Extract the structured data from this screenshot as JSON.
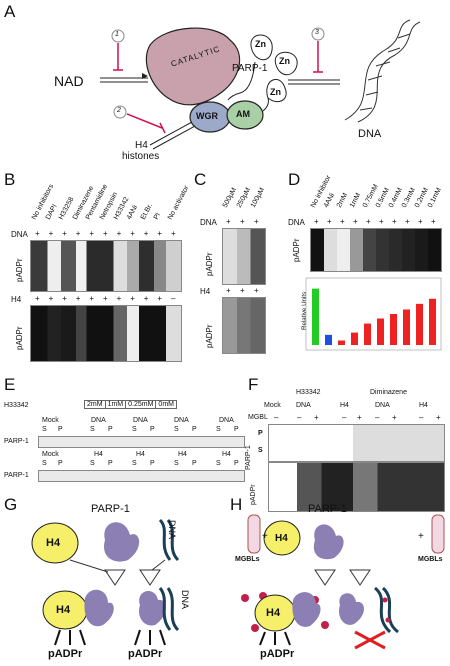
{
  "panels": {
    "A": "A",
    "B": "B",
    "C": "C",
    "D": "D",
    "E": "E",
    "F": "F",
    "G": "G",
    "H": "H"
  },
  "panelA": {
    "nad": "NAD",
    "parp1": "PARP-1",
    "catalytic": "CATALYTIC",
    "wgr": "WGR",
    "am": "AM",
    "zn": "Zn",
    "h4": "H4",
    "histones": "histones",
    "dna": "DNA",
    "sites": [
      "1",
      "2",
      "3"
    ]
  },
  "panelB": {
    "lanes": [
      "No inhibitors",
      "DAPI",
      "H33258",
      "Diminazene",
      "Pentamidine",
      "Netropsin",
      "H33342",
      "4ANi",
      "Et.Br.",
      "PI",
      "No activator"
    ],
    "dna_label": "DNA",
    "h4_label": "H4",
    "dna_marks": [
      "+",
      "+",
      "+",
      "+",
      "+",
      "+",
      "+",
      "+",
      "+",
      "+",
      "+"
    ],
    "h4_marks": [
      "+",
      "+",
      "+",
      "+",
      "+",
      "+",
      "+",
      "+",
      "+",
      "+",
      "–"
    ],
    "ylabel": "pADPr"
  },
  "panelC": {
    "lanes": [
      "500µM",
      "250µM",
      "100µM"
    ],
    "dna_label": "DNA",
    "h4_label": "H4",
    "marks": [
      "+",
      "+",
      "+"
    ],
    "ylabel": "pADPr"
  },
  "panelD": {
    "lanes": [
      "No inhibitor",
      "4ANi",
      "2mM",
      "1mM",
      "0.75mM",
      "0.5mM",
      "0.4mM",
      "0.3mM",
      "0.2mM",
      "0.1mM"
    ],
    "dna_label": "DNA",
    "marks": [
      "+",
      "+",
      "+",
      "+",
      "+",
      "+",
      "+",
      "+",
      "+",
      "+"
    ],
    "ylabel": "pADPr",
    "chart_ylabel": "Relative Units",
    "colors": {
      "no_inhibitor": "#22cc22",
      "ani": "#1f4fe0",
      "diminazene": "#ee2222"
    }
  },
  "chart_data": {
    "type": "bar",
    "categories": [
      "No inhibitor",
      "4ANi",
      "2mM",
      "1mM",
      "0.75mM",
      "0.5mM",
      "0.4mM",
      "0.3mM",
      "0.2mM",
      "0.1mM"
    ],
    "values": [
      100,
      18,
      8,
      22,
      38,
      47,
      55,
      63,
      73,
      82
    ],
    "ylabel": "Relative Units",
    "xlabel": "",
    "title": "",
    "ylim": [
      0,
      110
    ]
  },
  "panelE": {
    "compound": "H33342",
    "conc": [
      "2mM",
      "1mM",
      "0.25mM",
      "0mM"
    ],
    "mock": "Mock",
    "dna": "DNA",
    "h4": "H4",
    "s": "S",
    "p": "P",
    "parp1": "PARP-1"
  },
  "panelF": {
    "h33342": "H33342",
    "diminazene": "Diminazene",
    "mock": "Mock",
    "mgbl": "MGBL",
    "dna": "DNA",
    "h4": "H4",
    "minus": "–",
    "plus": "+",
    "p": "P",
    "s": "S",
    "parp1": "PARP-1",
    "padpr": "pADPr"
  },
  "panelG": {
    "parp1": "PARP-1",
    "h4": "H4",
    "dna": "DNA",
    "padpr": "pADPr"
  },
  "panelH": {
    "parp1": "PARP-1",
    "h4": "H4",
    "mgbls": "MGBLs",
    "padpr": "pADPr",
    "plus": "+"
  }
}
